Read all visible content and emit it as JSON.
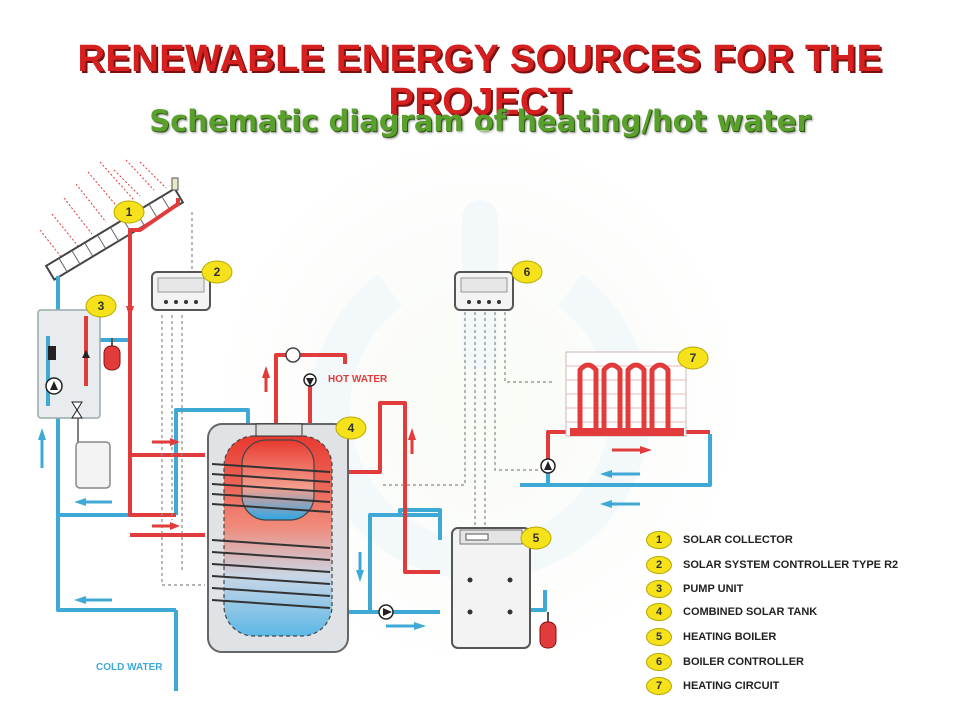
{
  "title": "RENEWABLE ENERGY SOURCES FOR THE PROJECT",
  "subtitle": "Schematic diagram of heating/hot water",
  "labels": {
    "hot_water": "HOT WATER",
    "cold_water": "COLD WATER"
  },
  "callouts": [
    "1",
    "2",
    "3",
    "4",
    "5",
    "6",
    "7"
  ],
  "legend": [
    {
      "num": "1",
      "label": "SOLAR COLLECTOR"
    },
    {
      "num": "2",
      "label": "SOLAR SYSTEM CONTROLLER TYPE R2"
    },
    {
      "num": "3",
      "label": "PUMP UNIT"
    },
    {
      "num": "4",
      "label": "COMBINED SOLAR TANK"
    },
    {
      "num": "5",
      "label": "HEATING BOILER"
    },
    {
      "num": "6",
      "label": "BOILER CONTROLLER"
    },
    {
      "num": "7",
      "label": "HEATING CIRCUIT"
    }
  ],
  "colors": {
    "hot_pipe": "#e23b3b",
    "cold_pipe": "#3fa9d6",
    "callout": "#f5e21a",
    "title": "#d62020",
    "subtitle": "#5aa02c"
  }
}
